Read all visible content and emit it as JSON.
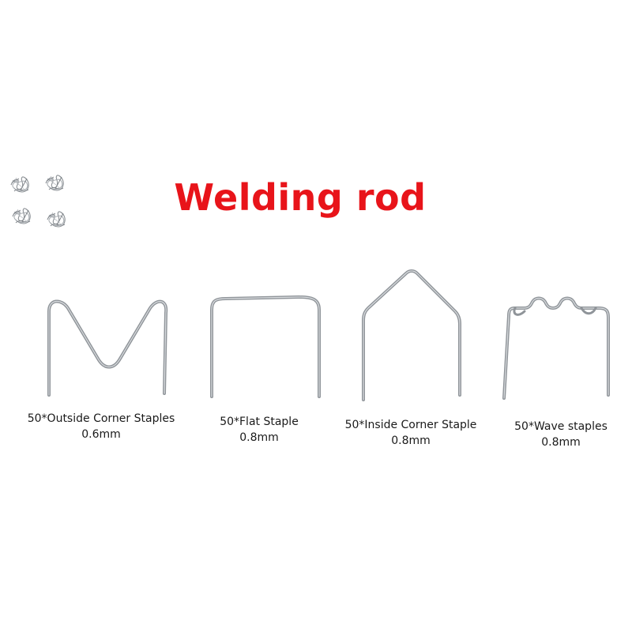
{
  "heading": "Welding rod",
  "thumbnail": {
    "icon": "wire-staple-bundles-icon"
  },
  "staples": [
    {
      "name": "50*Outside Corner Staples",
      "size": "0.6mm",
      "icon": "outside-corner-staple-icon"
    },
    {
      "name": "50*Flat Staple",
      "size": "0.8mm",
      "icon": "flat-staple-icon"
    },
    {
      "name": "50*Inside Corner Staple",
      "size": "0.8mm",
      "icon": "inside-corner-staple-icon"
    },
    {
      "name": "50*Wave staples",
      "size": "0.8mm",
      "icon": "wave-staple-icon"
    }
  ],
  "colors": {
    "heading": "#e8141a",
    "wire": "#8f9499",
    "wire_highlight": "#d9dcdf",
    "caption": "#1a1a1a"
  }
}
